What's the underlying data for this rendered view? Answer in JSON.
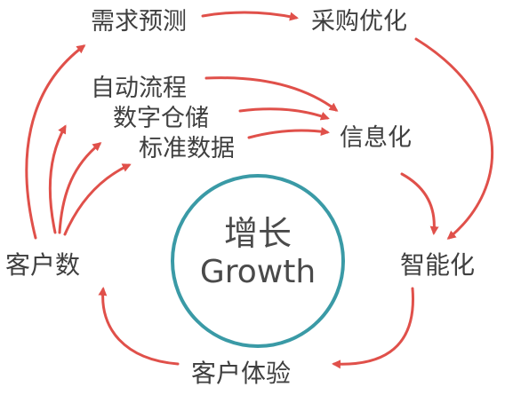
{
  "center": {
    "title_zh": "增长",
    "title_en": "Growth"
  },
  "nodes": {
    "demand_forecast": "需求预测",
    "procurement_optimization": "采购优化",
    "automated_process": "自动流程",
    "digital_warehousing": "数字仓储",
    "standard_data": "标准数据",
    "informatization": "信息化",
    "customer_count": "客户数",
    "intelligentization": "智能化",
    "customer_experience": "客户体验"
  },
  "colors": {
    "arrow": "#e0504a",
    "circle": "#3a9aa6",
    "text": "#3f3f3f"
  }
}
